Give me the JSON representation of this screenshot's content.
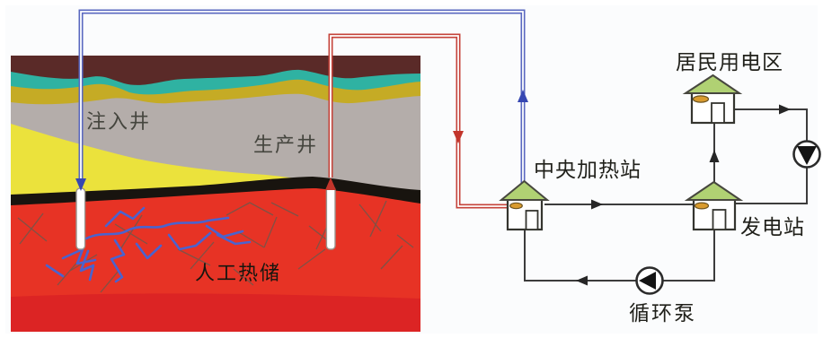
{
  "cross_section": {
    "injection_well_label": "注入井",
    "production_well_label": "生产井",
    "reservoir_label": "人工热储",
    "layer_colors": {
      "topsoil_brown": "#5a2a28",
      "teal_stratum": "#2fb2a2",
      "olive_stratum": "#c5ab25",
      "gray_stratum": "#b4adaa",
      "yellow_stratum": "#ebe23c",
      "caprock_black": "#18140f",
      "reservoir_red": "#e73325",
      "basement_red": "#dc2424"
    },
    "fracture_network_color": "#4a63cf",
    "cold_injection_pipe_color": "#5a68c0",
    "hot_production_pipe_color": "#c5433a"
  },
  "flow_diagram": {
    "central_heating_station_label": "中央加热站",
    "residential_area_label": "居民用电区",
    "power_station_label": "发电站",
    "circulation_pump_label": "循环泵",
    "flow_line_color": "#3c3c3c",
    "house_roof_color": "#b0d173",
    "house_window_color": "#d99b2e"
  }
}
